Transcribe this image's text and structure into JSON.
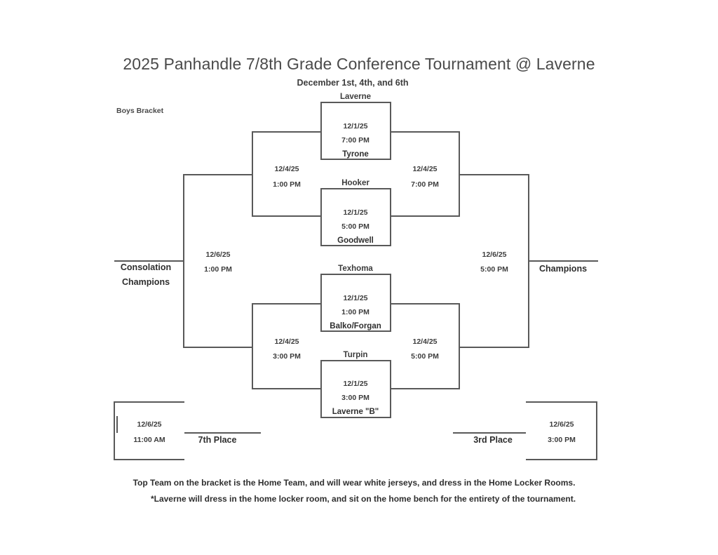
{
  "header": {
    "title": "2025 Panhandle 7/8th Grade Conference Tournament @ Laverne",
    "subtitle": "December 1st, 4th, and 6th",
    "bracket_label": "Boys Bracket"
  },
  "games": [
    {
      "id": "qf1",
      "top_team": "Laverne",
      "bottom_team": "Tyrone",
      "date": "12/1/25",
      "time": "7:00 PM"
    },
    {
      "id": "qf2",
      "top_team": "Hooker",
      "bottom_team": "Goodwell",
      "date": "12/1/25",
      "time": "5:00 PM"
    },
    {
      "id": "qf3",
      "top_team": "Texhoma",
      "bottom_team": "Balko/Forgan",
      "date": "12/1/25",
      "time": "1:00 PM"
    },
    {
      "id": "qf4",
      "top_team": "Turpin",
      "bottom_team": "Laverne \"B\"",
      "date": "12/1/25",
      "time": "3:00 PM"
    }
  ],
  "rounds": [
    {
      "id": "consolation-semi-upper",
      "date": "12/4/25",
      "time": "1:00 PM"
    },
    {
      "id": "championship-semi-upper",
      "date": "12/4/25",
      "time": "7:00 PM"
    },
    {
      "id": "consolation-semi-lower",
      "date": "12/4/25",
      "time": "3:00 PM"
    },
    {
      "id": "championship-semi-lower",
      "date": "12/4/25",
      "time": "5:00 PM"
    },
    {
      "id": "consolation-final",
      "date": "12/6/25",
      "time": "1:00 PM"
    },
    {
      "id": "championship-final",
      "date": "12/6/25",
      "time": "5:00 PM"
    },
    {
      "id": "seventh-place-game",
      "date": "12/6/25",
      "time": "11:00 AM"
    },
    {
      "id": "third-place-game",
      "date": "12/6/25",
      "time": "3:00 PM"
    }
  ],
  "outcomes": {
    "consolation_champions_line1": "Consolation",
    "consolation_champions_line2": "Champions",
    "champions": "Champions",
    "seventh_place": "7th Place",
    "third_place": "3rd Place"
  },
  "notes": {
    "note1": "Top Team on the bracket is the Home Team, and will wear white jerseys, and dress in the Home Locker Rooms.",
    "note2": "*Laverne will dress in the home locker room, and sit on the home bench for the entirety of the tournament."
  },
  "colors": {
    "line": "#595959",
    "text": "#3a3a3a",
    "background": "#ffffff"
  }
}
